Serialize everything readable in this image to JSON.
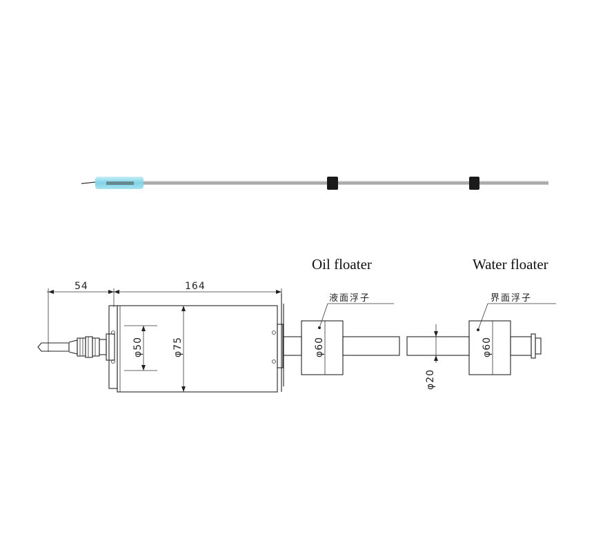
{
  "labels": {
    "oil_floater": "Oil floater",
    "water_floater": "Water floater",
    "dim_54": "54",
    "dim_164": "164",
    "dim_d50": "φ50",
    "dim_d75": "φ75",
    "dim_d60_oil": "φ60",
    "dim_d60_water": "φ60",
    "dim_d20": "φ20",
    "cn_oil_floater": "液面浮子",
    "cn_water_floater": "界面浮子"
  },
  "colors": {
    "housing": "#7fd3e6",
    "rod": "#b5b5b5",
    "floater": "#1a1a1a",
    "line": "#222222"
  }
}
